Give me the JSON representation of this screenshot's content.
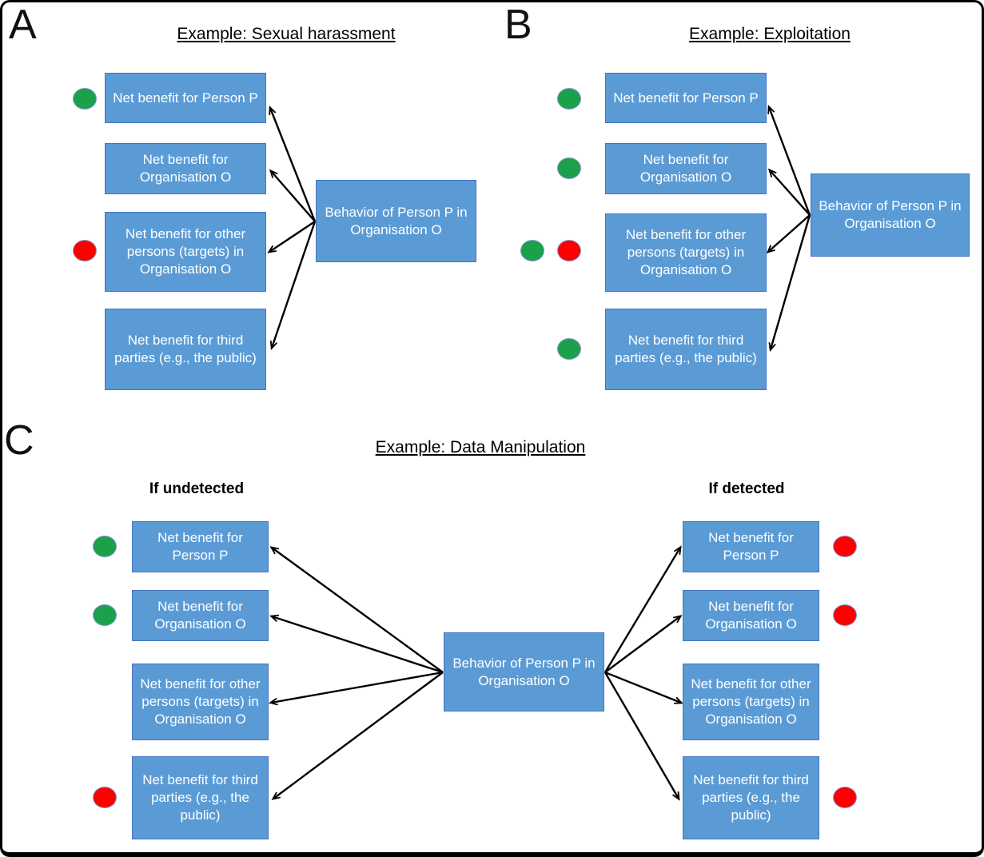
{
  "panels": {
    "a": {
      "letter": "A",
      "title": "Example: Sexual harassment",
      "center_label": "Behavior of Person P in Organisation O",
      "boxes": [
        {
          "label": "Net benefit for Person P",
          "dots": [
            "green"
          ]
        },
        {
          "label": "Net benefit for Organisation O",
          "dots": []
        },
        {
          "label": "Net benefit for other persons (targets) in Organisation O",
          "dots": [
            "red"
          ]
        },
        {
          "label": "Net benefit for third parties (e.g., the public)",
          "dots": []
        }
      ]
    },
    "b": {
      "letter": "B",
      "title": "Example: Exploitation",
      "center_label": "Behavior of Person P in Organisation O",
      "boxes": [
        {
          "label": "Net benefit for Person P",
          "dots": [
            "green"
          ]
        },
        {
          "label": "Net benefit for Organisation O",
          "dots": [
            "green"
          ]
        },
        {
          "label": "Net benefit for other persons (targets) in Organisation O",
          "dots": [
            "green",
            "red"
          ]
        },
        {
          "label": "Net benefit for third parties (e.g., the public)",
          "dots": [
            "green"
          ]
        }
      ]
    },
    "c": {
      "letter": "C",
      "title": "Example: Data Manipulation",
      "left_header": "If undetected",
      "right_header": "If detected",
      "center_label": "Behavior of Person P in Organisation O",
      "left_boxes": [
        {
          "label": "Net benefit for Person P",
          "dots": [
            "green"
          ]
        },
        {
          "label": "Net benefit for Organisation O",
          "dots": [
            "green"
          ]
        },
        {
          "label": "Net benefit for other persons (targets) in Organisation O",
          "dots": []
        },
        {
          "label": "Net benefit for third parties (e.g., the public)",
          "dots": [
            "red"
          ]
        }
      ],
      "right_boxes": [
        {
          "label": "Net benefit for Person P",
          "dots": [
            "red"
          ]
        },
        {
          "label": "Net benefit for Organisation O",
          "dots": [
            "red"
          ]
        },
        {
          "label": "Net benefit for other persons (targets) in Organisation O",
          "dots": []
        },
        {
          "label": "Net benefit for third parties (e.g., the public)",
          "dots": [
            "red"
          ]
        }
      ]
    }
  },
  "colors": {
    "box_fill": "#5B9BD5",
    "box_border": "#4472C4",
    "green": "#1BA149",
    "red": "#FE0000",
    "dot_outline": "#8496CB",
    "arrow": "#000000"
  }
}
